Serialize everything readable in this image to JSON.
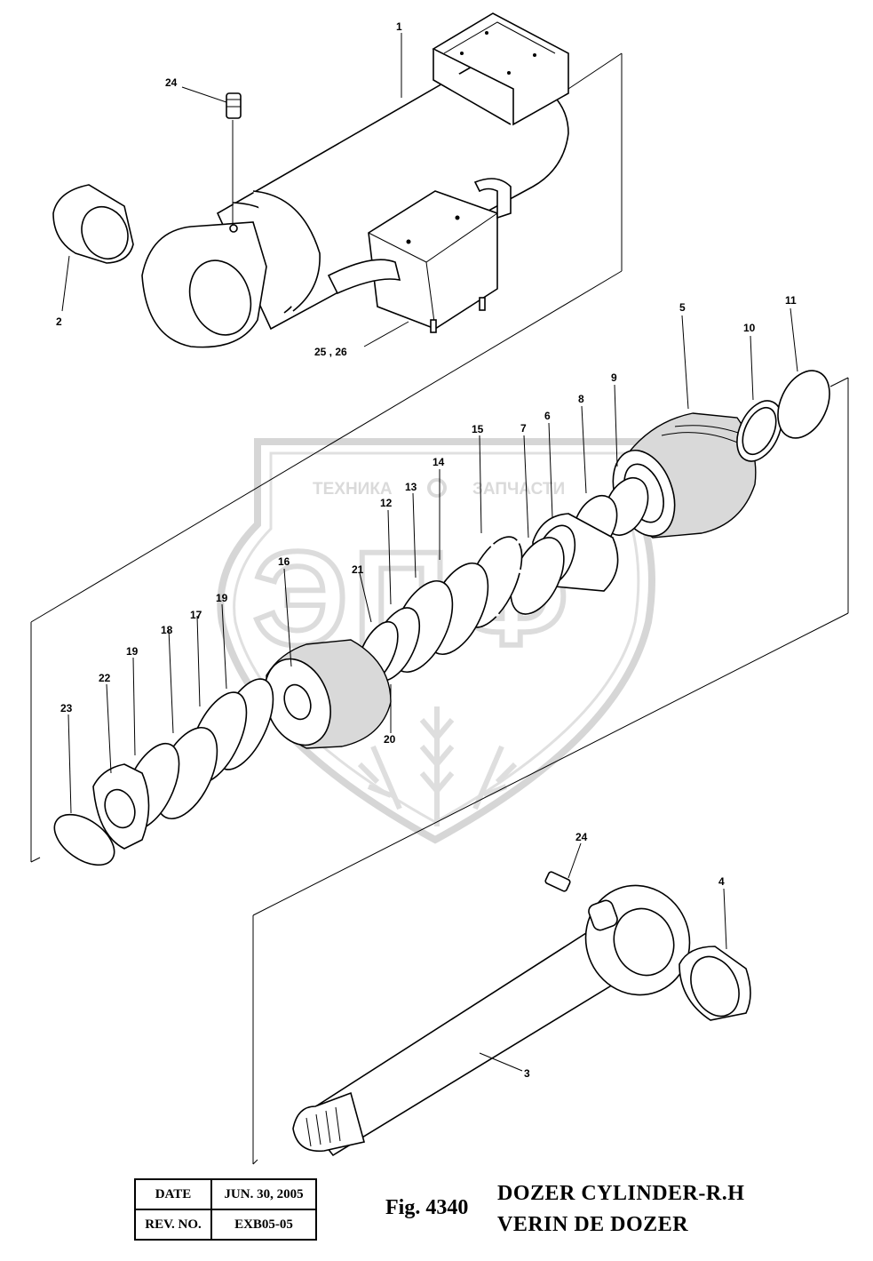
{
  "watermark": {
    "top_text_left": "ТЕХНИКА",
    "top_text_right": "ЗАПЧАСТИ",
    "logo_letters": "ЭПФ"
  },
  "callouts": {
    "c1": "1",
    "c2": "2",
    "c3": "3",
    "c4": "4",
    "c5": "5",
    "c6": "6",
    "c7": "7",
    "c8": "8",
    "c9": "9",
    "c10": "10",
    "c11": "11",
    "c12": "12",
    "c13": "13",
    "c14": "14",
    "c15": "15",
    "c16": "16",
    "c17": "17",
    "c18": "18",
    "c19a": "19",
    "c19b": "19",
    "c20": "20",
    "c21": "21",
    "c22": "22",
    "c23": "23",
    "c24a": "24",
    "c24b": "24",
    "c2526": "25 , 26"
  },
  "title_block": {
    "date_label": "DATE",
    "date_value": "JUN. 30, 2005",
    "rev_label": "REV. NO.",
    "rev_value": "EXB05-05"
  },
  "figure": {
    "label": "Fig. 4340",
    "title_en": "DOZER CYLINDER-R.H",
    "title_fr": "VERIN DE DOZER"
  }
}
